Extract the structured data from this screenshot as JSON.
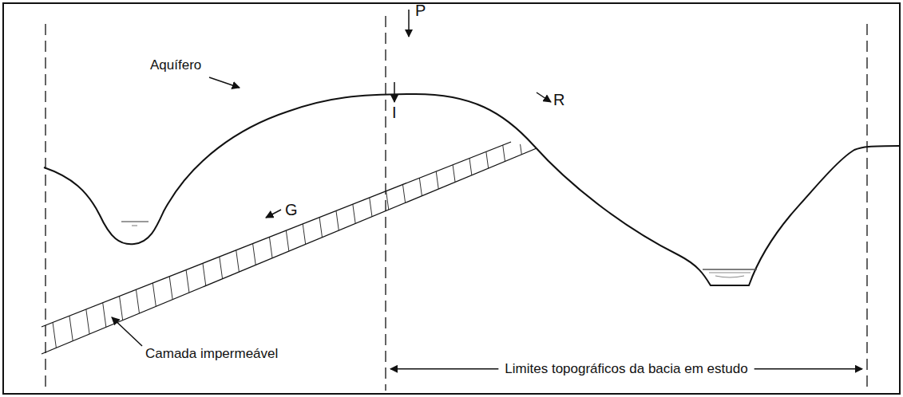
{
  "diagram": {
    "labels": [
      "P",
      "Aquífero",
      "I",
      "R",
      "G",
      "Camada impermeável",
      "Limites topográficos da bacia em estudo"
    ]
  }
}
